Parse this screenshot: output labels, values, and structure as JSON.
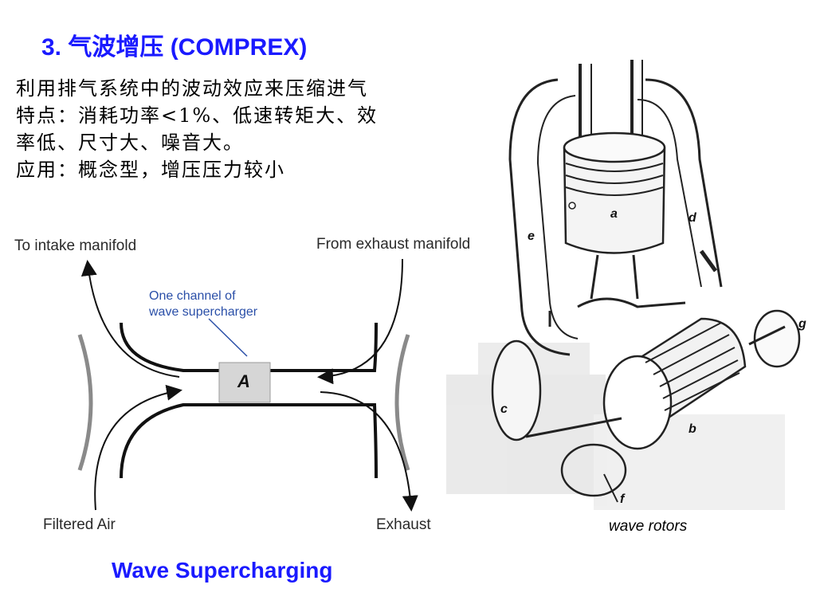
{
  "title": "3. 气波增压 (COMPREX)",
  "lines": [
    "利用排气系统中的波动效应来压缩进气",
    "特点：消耗功率<1%、低速转矩大、效",
    "率低、尺寸大、噪音大。",
    "应用：概念型，增压压力较小"
  ],
  "diagram": {
    "to_intake": "To intake manifold",
    "from_exhaust": "From exhaust manifold",
    "channel_label_1": "One channel of",
    "channel_label_2": "wave supercharger",
    "box_label": "A",
    "filtered_air": "Filtered Air",
    "exhaust": "Exhaust",
    "caption": "Wave Supercharging"
  },
  "engine": {
    "labels": [
      "a",
      "b",
      "c",
      "d",
      "e",
      "f",
      "g"
    ],
    "caption": "wave rotors"
  },
  "colors": {
    "title": "#1a1aff",
    "annotation": "#2a4fa8"
  }
}
